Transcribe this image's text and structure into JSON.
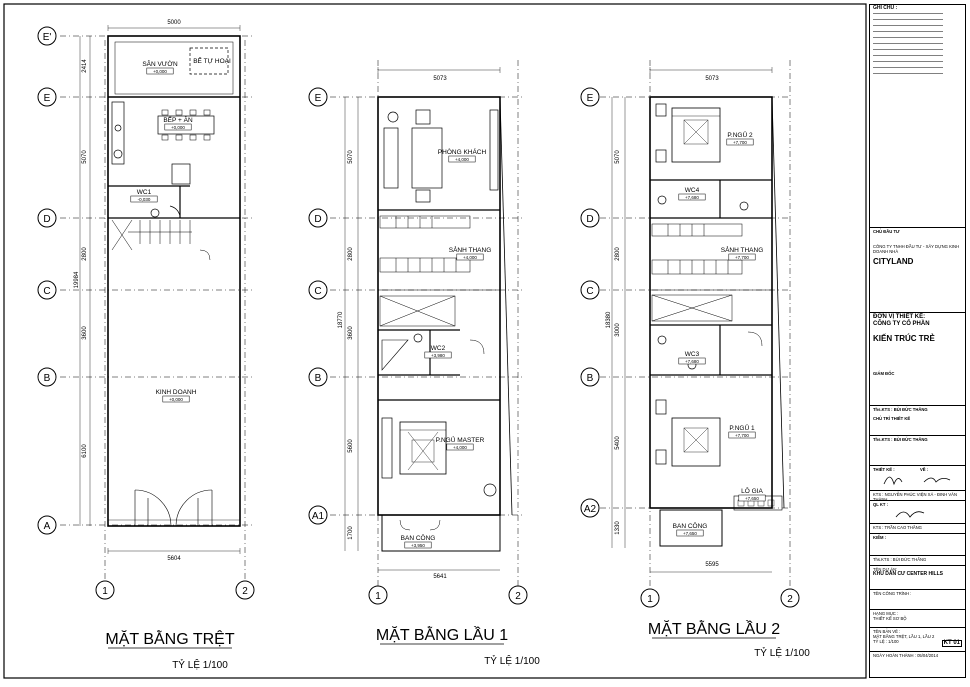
{
  "plans": [
    {
      "title": "MẶT BẰNG TRỆT",
      "scale": "TỶ LỆ 1/100",
      "dims": {
        "top": "5000",
        "bottom": "5604",
        "total": "19984",
        "segs": [
          "2414",
          "5070",
          "2800",
          "3600",
          "6100"
        ]
      },
      "grids": [
        "E'",
        "E",
        "D",
        "C",
        "B",
        "A"
      ],
      "rooms": [
        {
          "name": "SÂN VƯỜN",
          "level": "+0,000"
        },
        {
          "name": "BỂ TỰ HOẠI",
          "level": ""
        },
        {
          "name": "BẾP + ĂN",
          "level": "+0,000"
        },
        {
          "name": "WC1",
          "level": "-0,030"
        },
        {
          "name": "KINH DOANH",
          "level": "+0,000"
        }
      ]
    },
    {
      "title": "MẶT BẰNG LẦU 1",
      "scale": "TỶ LỆ 1/100",
      "dims": {
        "top": "5073",
        "bottom": "5641",
        "total": "18770",
        "segs": [
          "5070",
          "2800",
          "3600",
          "5600",
          "1700"
        ]
      },
      "grids": [
        "E",
        "D",
        "C",
        "B",
        "A1"
      ],
      "rooms": [
        {
          "name": "PHÒNG KHÁCH",
          "level": "+4,000"
        },
        {
          "name": "SẢNH THANG",
          "level": "+4,000"
        },
        {
          "name": "WC2",
          "level": "+3,980"
        },
        {
          "name": "P.NGỦ MASTER",
          "level": "+4,000"
        },
        {
          "name": "BAN CÔNG",
          "level": "+3,950"
        }
      ]
    },
    {
      "title": "MẶT BẰNG LẦU 2",
      "scale": "TỶ LỆ 1/100",
      "dims": {
        "top": "5073",
        "bottom": "5595",
        "total": "18380",
        "segs": [
          "5070",
          "2800",
          "3000",
          "5400",
          "1330"
        ]
      },
      "grids": [
        "E",
        "D",
        "C",
        "B",
        "A2"
      ],
      "rooms": [
        {
          "name": "P.NGỦ 2",
          "level": "+7,700"
        },
        {
          "name": "WC4",
          "level": "+7,680"
        },
        {
          "name": "SẢNH THANG",
          "level": "+7,700"
        },
        {
          "name": "WC3",
          "level": "+7,680"
        },
        {
          "name": "P.NGỦ 1",
          "level": "+7,700"
        },
        {
          "name": "LÔ GIA",
          "level": "+7,650"
        },
        {
          "name": "BAN CÔNG",
          "level": "+7,650"
        }
      ]
    }
  ],
  "axes_bottom": [
    "1",
    "2"
  ],
  "title_block": {
    "notes_title": "GHI CHÚ :",
    "owner_label": "CHỦ ĐẦU TƯ",
    "owner_company": "CÔNG TY TNHH ĐẦU TƯ - XÂY DỰNG KINH DOANH NHÀ",
    "owner_brand": "CITYLAND",
    "designer_label": "ĐƠN VỊ THIẾT KẾ:",
    "designer_company": "CÔNG TY CỔ PHẦN",
    "designer_brand": "KIẾN TRÚC TRẺ",
    "director": "GIÁM ĐỐC",
    "chief_arch": "Ths.KTS : BÙI ĐỨC THẮNG",
    "chief_role": "CHỦ TRÌ THIẾT KẾ",
    "chief_arch2": "Ths.KTS : BÙI ĐỨC THẮNG",
    "design_label": "THIẾT KẾ :",
    "draw_label": "VẼ :",
    "designers": "KTS : NGUYỄN PHÚC VIỆN XÁ - ĐINH VĂN THÀNH",
    "qa_label": "QL KT :",
    "qa_name": "KTS : TRẦN CAO THẮNG",
    "check_label": "KIỂM :",
    "checker": "Ths.KTS : BÙI ĐỨC THẮNG",
    "project_label": "TÊN DỰ ÁN:",
    "project": "KHU DÂN CƯ CENTER HILLS",
    "work_label": "TÊN CÔNG TRÌNH :",
    "item_label": "HẠNG MỤC :",
    "item": "THIẾT KẾ SƠ BỘ",
    "sheet_label": "TÊN BẢN VẼ :",
    "sheet_name": "MẶT BẰNG TRỆT, LẦU 1, LẦU 2",
    "scale_label": "TỶ LỆ :",
    "scale": "1/100",
    "sheet_no": "KT 01",
    "date_label": "NGÀY HOÀN THÀNH :",
    "date": "05/04/2014"
  }
}
